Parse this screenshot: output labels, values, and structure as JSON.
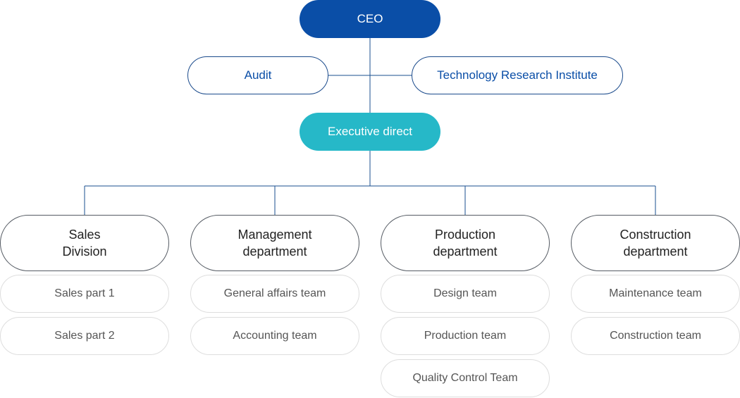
{
  "org": {
    "ceo": "CEO",
    "audit": "Audit",
    "research": "Technology Research Institute",
    "executive": "Executive direct"
  },
  "departments": [
    {
      "name": "Sales\nDivision",
      "teams": [
        "Sales part 1",
        "Sales part 2"
      ]
    },
    {
      "name": "Management\ndepartment",
      "teams": [
        "General affairs team",
        "Accounting team"
      ]
    },
    {
      "name": "Production\ndepartment",
      "teams": [
        "Design team",
        "Production team",
        "Quality Control Team"
      ]
    },
    {
      "name": "Construction\ndepartment",
      "teams": [
        "Maintenance team",
        "Construction team"
      ]
    }
  ],
  "colors": {
    "ceo": "#0a4ea7",
    "executive": "#26b8c8",
    "line": "#1a4f8f",
    "department_border": "#555b63",
    "team_border": "#dedede"
  }
}
